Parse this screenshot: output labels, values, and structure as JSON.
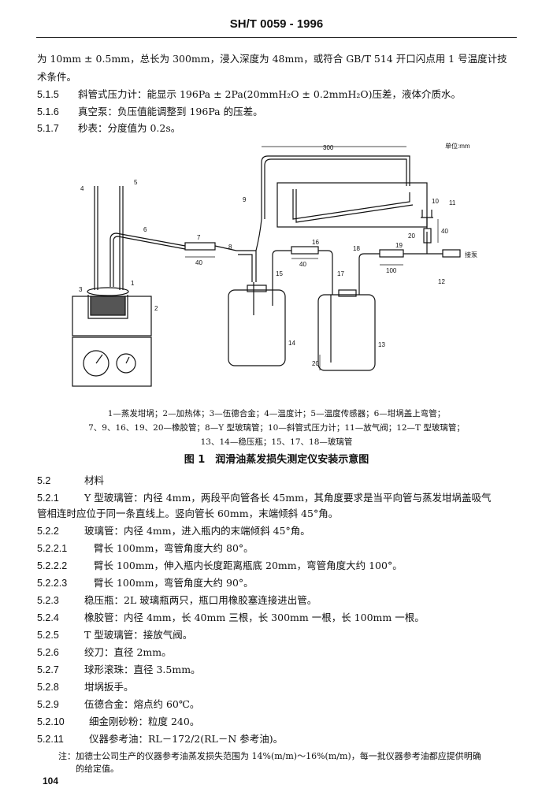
{
  "header": {
    "standard_no": "SH/T 0059 - 1996"
  },
  "top_lines": [
    "为 10mm ± 0.5mm，总长为 300mm，浸入深度为 48mm，或符合 GB/T 514 开口闪点用 1 号温度计技",
    "术条件。"
  ],
  "items_top": [
    {
      "num": "5.1.5",
      "text": "斜管式压力计：能显示 196Pa ± 2Pa(20mmH₂O ± 0.2mmH₂O)压差，液体介质水。"
    },
    {
      "num": "5.1.6",
      "text": "真空泵：负压值能调整到 196Pa 的压差。"
    },
    {
      "num": "5.1.7",
      "text": "秒表：分度值为 0.2s。"
    }
  ],
  "figure": {
    "unit_label": "单位:mm",
    "dims": {
      "d300": "300",
      "d40a": "40",
      "d40b": "40",
      "d100": "100",
      "d40v": "40",
      "d20": "20"
    },
    "part_numbers": [
      "1",
      "2",
      "3",
      "4",
      "5",
      "6",
      "7",
      "8",
      "9",
      "10",
      "11",
      "12",
      "13",
      "14",
      "15",
      "16",
      "17",
      "18",
      "19",
      "20"
    ],
    "pump_label": "接泵",
    "caption_lines": [
      "1—蒸发坩埚；2—加热体；3—伍德合金；4—温度计；5—温度传感器；6—坩埚盖上弯管；",
      "7、9、16、19、20—橡胶管；8—Y 型玻璃管；10—斜管式压力计；11—放气阀；12—T 型玻璃管；",
      "13、14—稳压瓶；15、17、18—玻璃管"
    ],
    "title": "图 1　润滑油蒸发损失测定仪安装示意图"
  },
  "items_bottom": [
    {
      "num": "5.2",
      "text": "材料"
    },
    {
      "num": "5.2.1",
      "text": "Y 型玻璃管：内径 4mm，两段平向管各长 45mm，其角度要求是当平向管与蒸发坩埚盖吸气"
    },
    {
      "num": "",
      "text": "管相连时应位于同一条直线上。竖向管长 60mm，末端倾斜 45°角。"
    },
    {
      "num": "5.2.2",
      "text": "玻璃管：内径 4mm，进入瓶内的末端倾斜 45°角。"
    },
    {
      "num": "5.2.2.1",
      "text": "臂长 100mm，弯管角度大约 80°。"
    },
    {
      "num": "5.2.2.2",
      "text": "臂长 100mm，伸入瓶内长度距离瓶底 20mm，弯管角度大约 100°。"
    },
    {
      "num": "5.2.2.3",
      "text": "臂长 100mm，弯管角度大约 90°。"
    },
    {
      "num": "5.2.3",
      "text": "稳压瓶：2L 玻璃瓶两只，瓶口用橡胶塞连接进出管。"
    },
    {
      "num": "5.2.4",
      "text": "橡胶管：内径 4mm，长 40mm 三根，长 300mm 一根，长 100mm 一根。"
    },
    {
      "num": "5.2.5",
      "text": "T 型玻璃管：接放气阀。"
    },
    {
      "num": "5.2.6",
      "text": "绞刀：直径 2mm。"
    },
    {
      "num": "5.2.7",
      "text": "球形滚珠：直径 3.5mm。"
    },
    {
      "num": "5.2.8",
      "text": "坩埚扳手。"
    },
    {
      "num": "5.2.9",
      "text": "伍德合金：熔点约 60℃。"
    },
    {
      "num": "5.2.10",
      "text": "细金刚砂粉：粒度 240。"
    },
    {
      "num": "5.2.11",
      "text": "仪器参考油：RL－172/2(RL－N 参考油)。"
    }
  ],
  "note_lines": [
    "注：加德士公司生产的仪器参考油蒸发损失范围为 14%(m/m)～16%(m/m)，每一批仪器参考油都应提供明确",
    "的给定值。"
  ],
  "page_number": "104"
}
